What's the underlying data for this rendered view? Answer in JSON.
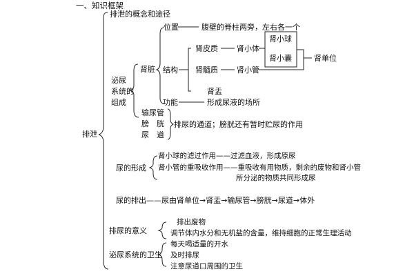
{
  "header": "一、知识框架",
  "root": "排泄",
  "concept": "排泄的概念和途径",
  "urinary_system": {
    "label_lines": [
      "泌尿",
      "系统的",
      "组成"
    ],
    "kidney": {
      "label": "肾脏",
      "position": {
        "label": "位置",
        "text": "腹壁的脊柱两旁，左右各一个"
      },
      "structure": {
        "label": "结构",
        "cortex": "肾皮质",
        "corpuscle": "肾小体",
        "glomerulus": "肾小球",
        "capsule": "肾小囊",
        "medulla": "肾髓质",
        "tubule": "肾小管",
        "pelvis": "肾盂",
        "nephron": "肾单位"
      },
      "function": {
        "label": "功能",
        "text": "形成尿液的场所"
      }
    },
    "ducts": [
      "输尿管",
      "膀　胱",
      "尿　道"
    ],
    "ducts_desc": "排尿的通道；膀胱还有暂时贮尿的作用"
  },
  "urine_formation": {
    "label": "尿的形成",
    "filtration": "肾小球的滤过作用——过滤血液，形成原尿",
    "reabsorption": "肾小管的重吸收作用——重吸收有用物质，剩余的废物和肾小管",
    "reabsorption_cont": "所分泌的物质共同形成尿"
  },
  "urine_excretion": "尿的排出——尿由肾单位→肾盂→输尿管→膀胱→尿道→体外",
  "urination_significance": {
    "label": "排尿的意义",
    "items": [
      "排出废物",
      "调节体内水分和无机盐的含量，维持细胞的正常生理活动"
    ]
  },
  "hygiene": {
    "label": "泌尿系统的卫生",
    "items": [
      "每天喝适量的开水",
      "及时排尿",
      "注意尿道口周围的卫生"
    ]
  }
}
